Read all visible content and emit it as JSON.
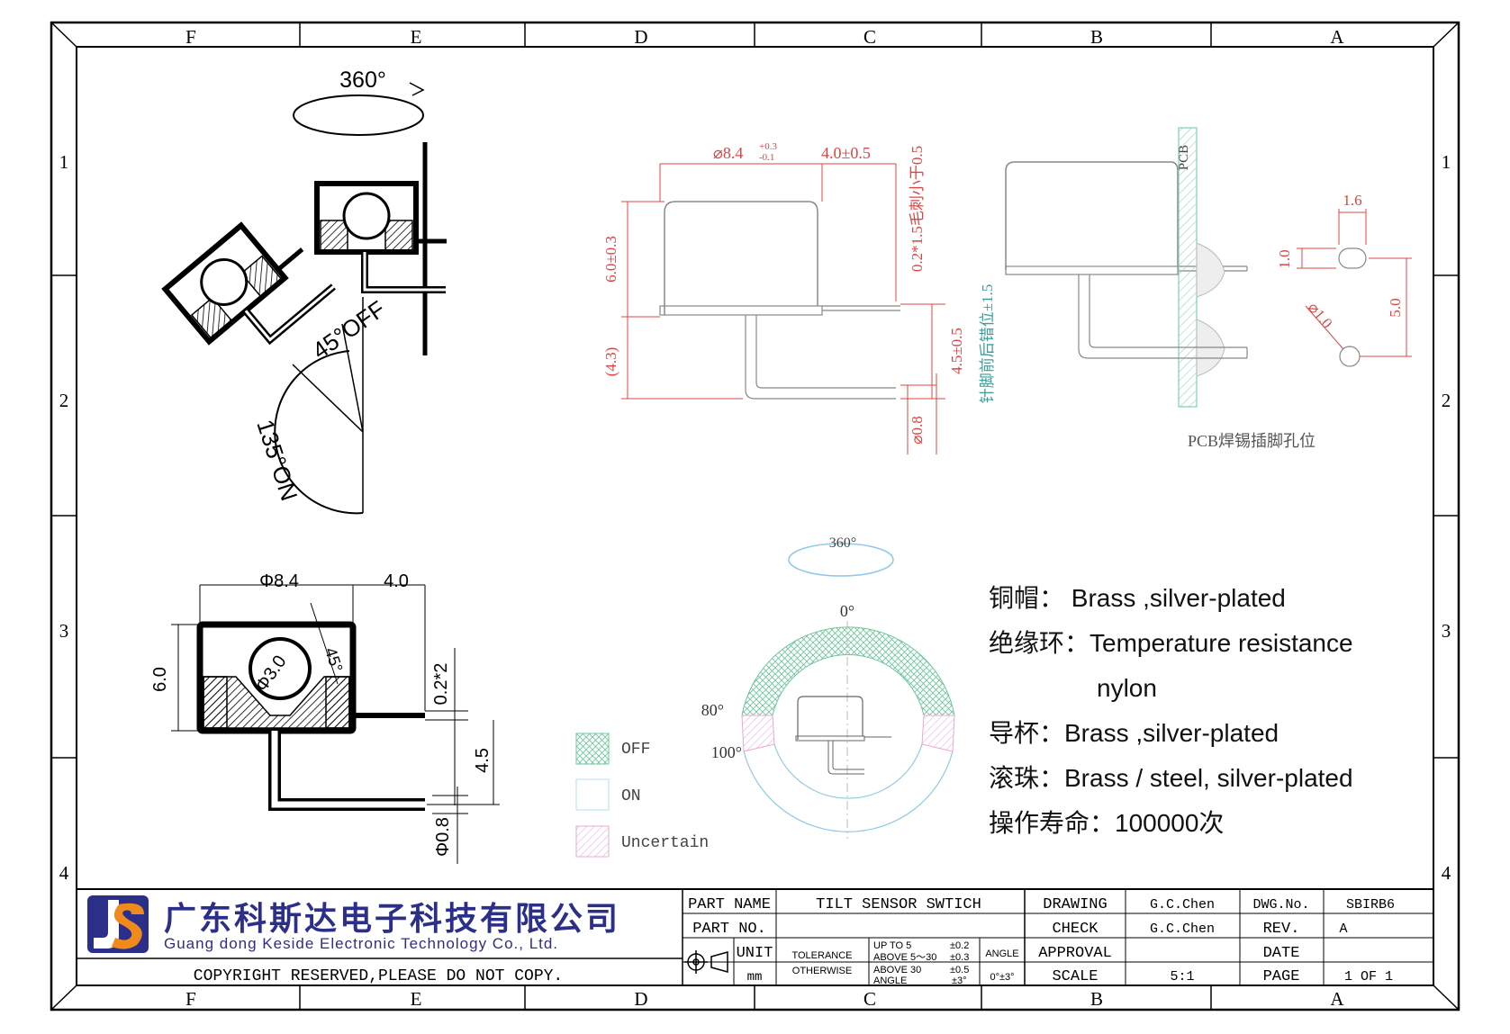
{
  "frame": {
    "columns": [
      "F",
      "E",
      "D",
      "C",
      "B",
      "A"
    ],
    "rows": [
      "1",
      "2",
      "3",
      "4"
    ]
  },
  "top_left": {
    "rotation": "360°",
    "off_angle": "45°OFF",
    "on_angle": "135°ON"
  },
  "top_middle": {
    "dia": "⌀8.4",
    "dia_tol_upper": "+0.3",
    "dia_tol_lower": "-0.1",
    "len": "4.0±0.5",
    "height": "6.0±0.3",
    "leg_ref": "(4.3)",
    "burr_note": "0.2*1.5毛刺小于0.5",
    "leg_len": "4.5±0.5",
    "pin_dia": "⌀0.8",
    "pin_offset_note": "针脚前后错位±1.5"
  },
  "top_right": {
    "pcb_label": "PCB",
    "dim_w": "1.6",
    "dim_h": "1.0",
    "dim_dia": "⌀1.0",
    "dim_v": "5.0",
    "caption": "PCB焊锡插脚孔位"
  },
  "bottom_left": {
    "dia": "Φ8.4",
    "len": "4.0",
    "height": "6.0",
    "ball": "Φ3.0",
    "angle": "45°",
    "pin_thk": "0.2*2",
    "pin_len": "4.5",
    "pin_dia": "Φ0.8"
  },
  "bottom_middle": {
    "rotation": "360°",
    "a0": "0°",
    "a80": "80°",
    "a100": "100°",
    "legend": [
      {
        "label": "OFF",
        "color": "#6fc49a"
      },
      {
        "label": "ON",
        "color": "#bfe3f5"
      },
      {
        "label": "Uncertain",
        "color": "#e9a8cf"
      }
    ]
  },
  "specs": [
    "铜帽： Brass ,silver-plated",
    "绝缘环：Temperature resistance",
    "nylon",
    "导杯：Brass ,silver-plated",
    "滚珠：Brass / steel, silver-plated",
    "操作寿命：100000次"
  ],
  "title_block": {
    "company_cn": "广东科斯达电子科技有限公司",
    "company_en": "Guang dong Keside  Electronic Technology Co., Ltd.",
    "copyright": "COPYRIGHT RESERVED,PLEASE DO NOT COPY.",
    "part_name_label": "PART NAME",
    "part_name": "TILT SENSOR SWTICH",
    "part_no_label": "PART NO.",
    "unit_label": "UNIT",
    "unit": "mm",
    "tolerance_label": "TOLERANCE",
    "otherwise_label": "OTHERWISE",
    "tol_rows": [
      {
        "range": "UP TO 5",
        "tol": "±0.2"
      },
      {
        "range": "ABOVE 5～30",
        "tol": "±0.3"
      },
      {
        "range": "ABOVE 30",
        "tol": "±0.5"
      },
      {
        "range": "ANGLE",
        "tol": "±3°"
      }
    ],
    "angle_label": "ANGLE",
    "angle_tol": "0°±3°",
    "drawing_label": "DRAWING",
    "drawing": "G.C.Chen",
    "check_label": "CHECK",
    "check": "G.C.Chen",
    "approval_label": "APPROVAL",
    "scale_label": "SCALE",
    "scale": "5:1",
    "dwg_label": "DWG.No.",
    "dwg": "SBIRB6",
    "rev_label": "REV.",
    "rev": "A",
    "date_label": "DATE",
    "page_label": "PAGE",
    "page": "1  OF  1"
  }
}
